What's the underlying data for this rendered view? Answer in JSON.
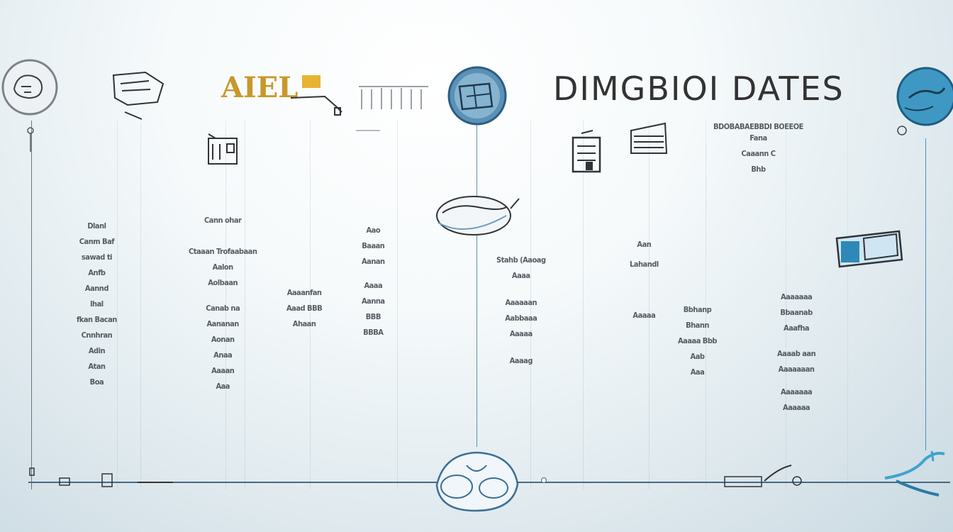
{
  "header": {
    "title_main": "DIMGBIOI DATES",
    "title_left": "AIEL"
  },
  "columns": [
    {
      "id": "c1",
      "lines": [
        "Dlanl",
        "Canm Baf",
        "sawad ti",
        "Anfb",
        "Aannd",
        "lhal",
        "fkan Bacan",
        "Cnnhran",
        "Adin",
        "Atan",
        "Boa"
      ]
    },
    {
      "id": "c2",
      "lines": [
        "Cann ohar",
        "Ctaaan Trofaabaan",
        "Aalon",
        "Aolbaan",
        "Canab na",
        "Aananan",
        "Aonan",
        "Anaa",
        "Aaaan",
        "Aaa"
      ]
    },
    {
      "id": "c3",
      "lines": [
        "Aaaanfan",
        "Aaad BBB",
        "Ahaan"
      ]
    },
    {
      "id": "c4",
      "lines": [
        "Aao",
        "Baaan",
        "Aanan",
        "Aaaa",
        "Aanna",
        "BBB",
        "BBBA"
      ]
    },
    {
      "id": "c5",
      "lines": [
        "Stahb (Aaoag",
        "Aaaa",
        "Aaaaaan",
        "Aabbaaa",
        "Aaaaa",
        "Aaaag"
      ]
    },
    {
      "id": "c6",
      "lines": [
        "Aan",
        "Lahandl",
        "Aaaaa"
      ]
    },
    {
      "id": "c7",
      "lines": [
        "Bbhanp",
        "Bhann",
        "Aaaaa Bbb",
        "Aab",
        "Aaa"
      ]
    },
    {
      "id": "c8",
      "lines": [
        "Aaaaaaa",
        "Bbaanab",
        "Aaafha",
        "Aaaab aan",
        "Aaaaaaan",
        "Aaaaaaa",
        "Aaaaaa"
      ]
    },
    {
      "id": "c9",
      "lines": [
        "BDOBABAEBBDI BOEEOE",
        "Fana",
        "Caaann C",
        "Bhb"
      ]
    }
  ],
  "colors": {
    "axis": "#456b86",
    "accent_blue": "#3d8bb8",
    "gold": "#c9972a",
    "text": "#2a2f33"
  }
}
